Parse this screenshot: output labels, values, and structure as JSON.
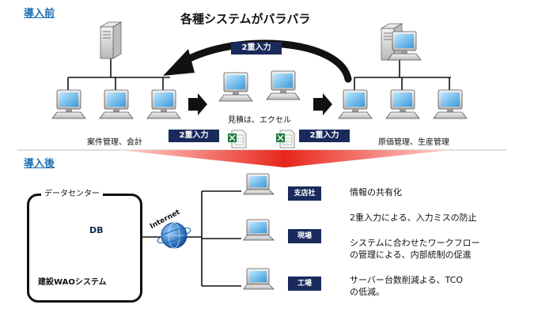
{
  "before": {
    "section_label": "導入前",
    "headline": "各種システムがバラバラ",
    "double_entry_top": "2重入力",
    "double_entry_left": "2重入力",
    "double_entry_right": "2重入力",
    "left_group_label": "案件管理、会計",
    "middle_label": "見積は、エクセル",
    "right_group_label": "原価管理、生産管理"
  },
  "after": {
    "section_label": "導入後",
    "datacenter_label": "データセンター",
    "db_label": "DB",
    "system_label": "建設WAOシステム",
    "internet_label": "Internet",
    "locations": [
      "支店社",
      "現場",
      "工場"
    ],
    "benefits": [
      "情報の共有化",
      "2重入力による、入力ミスの防止",
      "システムに合わせたワークフロー\nの管理による、内部統制の促進",
      "サーバー台数削減よる、TCO\nの低減。"
    ]
  },
  "colors": {
    "navy": "#1a2a5c",
    "red": "#e8261c",
    "blue_label": "#1f6fb4"
  },
  "icons": [
    "server-icon",
    "computer-icon",
    "laptop-icon",
    "excel-icon",
    "globe-icon",
    "database-icon"
  ]
}
